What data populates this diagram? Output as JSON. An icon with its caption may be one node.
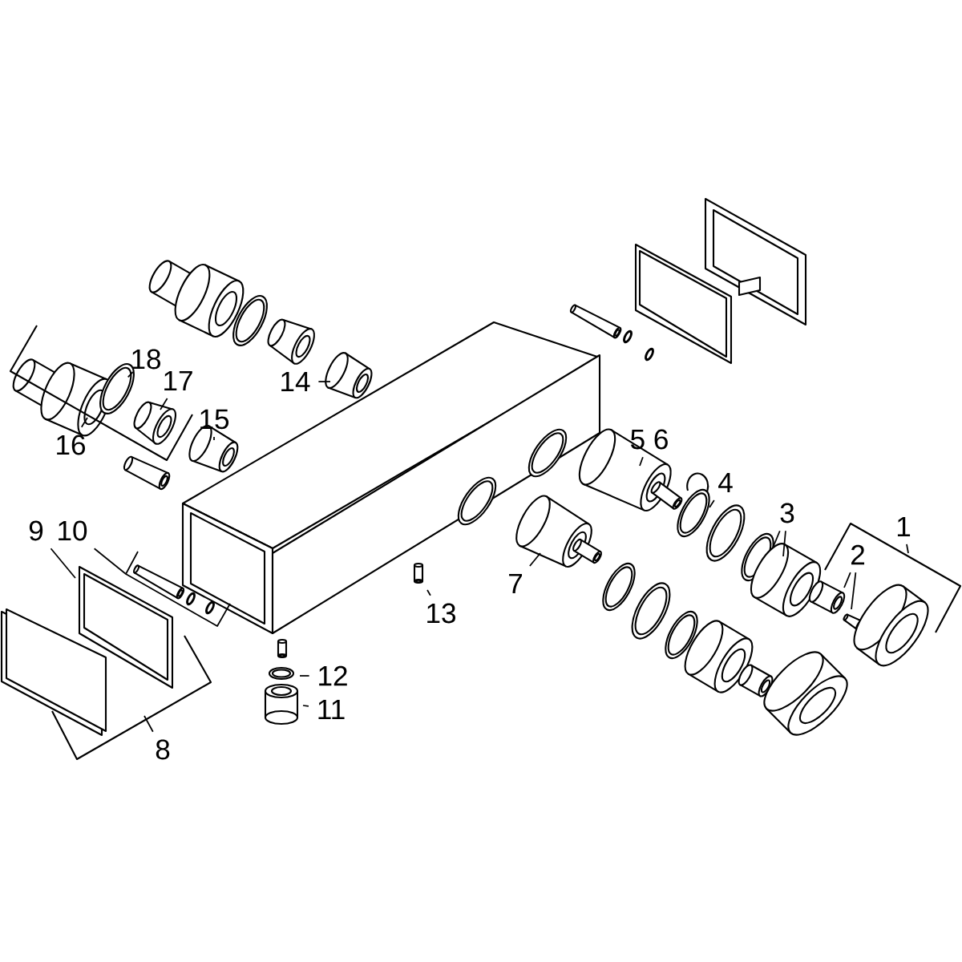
{
  "diagram": {
    "nodes": [
      {
        "text": [
          "1"
        ]
      },
      {
        "text": [
          "2"
        ]
      },
      {
        "text": [
          "3"
        ]
      },
      {
        "text": [
          "4"
        ]
      },
      {
        "text": [
          "5 6"
        ]
      },
      {
        "text": [
          "7"
        ]
      },
      {
        "text": [
          "8"
        ]
      },
      {
        "text": [
          "9"
        ]
      },
      {
        "text": [
          "10"
        ]
      },
      {
        "text": [
          "11"
        ]
      },
      {
        "text": [
          "12"
        ]
      },
      {
        "text": [
          "13"
        ]
      },
      {
        "text": [
          "14"
        ]
      },
      {
        "text": [
          "15"
        ]
      },
      {
        "text": [
          "16"
        ]
      },
      {
        "text": [
          "17"
        ]
      },
      {
        "text": [
          "18"
        ]
      }
    ],
    "edges": [
      {
        "from": 0,
        "to": null,
        "arrow": "none"
      },
      {
        "from": 1,
        "to": null,
        "arrow": "none"
      },
      {
        "from": 1,
        "to": null,
        "arrow": "none"
      },
      {
        "from": 2,
        "to": null,
        "arrow": "none"
      },
      {
        "from": 2,
        "to": null,
        "arrow": "none"
      },
      {
        "from": 3,
        "to": null,
        "arrow": "none"
      },
      {
        "from": 4,
        "to": null,
        "arrow": "none"
      },
      {
        "from": 5,
        "to": null,
        "arrow": "none"
      },
      {
        "from": 6,
        "to": null,
        "arrow": "none"
      },
      {
        "from": 7,
        "to": null,
        "arrow": "none"
      },
      {
        "from": 8,
        "to": null,
        "arrow": "none"
      },
      {
        "from": 9,
        "to": null,
        "arrow": "none"
      },
      {
        "from": 10,
        "to": null,
        "arrow": "none"
      },
      {
        "from": 11,
        "to": null,
        "arrow": "none"
      },
      {
        "from": 12,
        "to": null,
        "arrow": "none"
      },
      {
        "from": 13,
        "to": null,
        "arrow": "none"
      },
      {
        "from": 14,
        "to": null,
        "arrow": "none"
      },
      {
        "from": 15,
        "to": null,
        "arrow": "none"
      },
      {
        "from": 16,
        "to": null,
        "arrow": "none"
      }
    ]
  }
}
